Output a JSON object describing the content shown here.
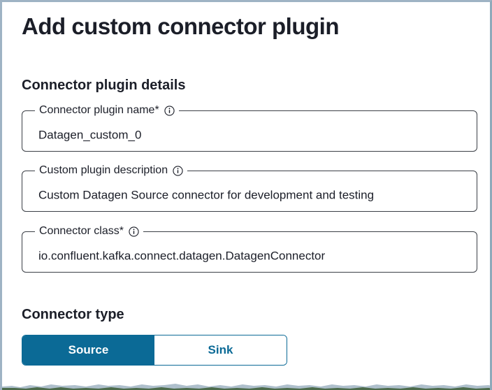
{
  "page": {
    "title": "Add custom connector plugin"
  },
  "sections": {
    "details_heading": "Connector plugin details",
    "type_heading": "Connector type"
  },
  "fields": [
    {
      "label": "Connector plugin name*",
      "value": "Datagen_custom_0",
      "info_icon": "info-icon",
      "required": true
    },
    {
      "label": "Custom plugin description",
      "value": "Custom Datagen Source connector for development and testing",
      "info_icon": "info-icon",
      "required": false
    },
    {
      "label": "Connector class*",
      "value": "io.confluent.kafka.connect.datagen.DatagenConnector",
      "info_icon": "info-icon",
      "required": true
    }
  ],
  "connector_type": {
    "options": [
      {
        "label": "Source",
        "selected": true
      },
      {
        "label": "Sink",
        "selected": false
      }
    ],
    "selected": "Source"
  },
  "colors": {
    "accent": "#0b6a96",
    "text": "#1b1e28",
    "field_border": "#3b3f46",
    "window_border": "#9fb3c4"
  }
}
